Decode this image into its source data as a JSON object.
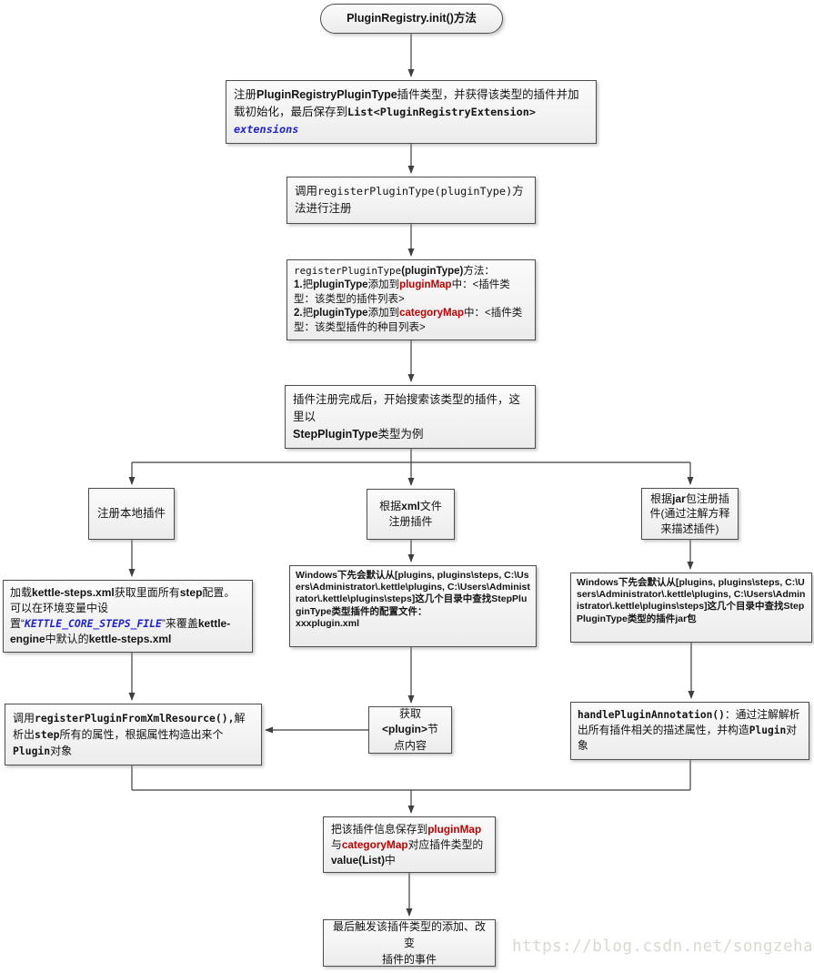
{
  "watermark": "https://blog.csdn.net/songzehao",
  "colors": {
    "node_border": "#4d4d4d",
    "node_fill": "#f3f3f3",
    "connector": "#3f3f3f",
    "accent_red": "#c00000",
    "accent_blue": "#2121d4",
    "watermark_gray": "#dbd8d0"
  },
  "nodes": {
    "start": {
      "segments": [
        {
          "t": "PluginRegistry.init()",
          "s": "b"
        },
        {
          "t": "方法",
          "s": "b"
        }
      ]
    },
    "register_type": {
      "segments": [
        {
          "t": "注册"
        },
        {
          "t": "PluginRegistryPluginType",
          "s": "b"
        },
        {
          "t": "插件类型，并获得该类型的插件并加载初始化，最后保存到"
        },
        {
          "t": "List<PluginRegistryExtension>",
          "s": "cb"
        },
        {
          "t": " "
        },
        {
          "t": "extensions",
          "s": "blue"
        }
      ]
    },
    "call_register": {
      "segments": [
        {
          "t": "调用"
        },
        {
          "t": "registerPluginType(pluginType)",
          "s": "c"
        },
        {
          "t": "方法进行注册"
        }
      ]
    },
    "register_method": {
      "segments": [
        {
          "t": "registerPluginType",
          "s": "c"
        },
        {
          "t": "(pluginType)",
          "s": "b"
        },
        {
          "t": "方法：\n"
        },
        {
          "t": "1.",
          "s": "b"
        },
        {
          "t": "把"
        },
        {
          "t": "pluginType",
          "s": "b"
        },
        {
          "t": "添加到"
        },
        {
          "t": "pluginMap",
          "s": "red"
        },
        {
          "t": "中：<插件类型：该类型的插件列表>\n"
        },
        {
          "t": "2.",
          "s": "b"
        },
        {
          "t": "把"
        },
        {
          "t": "pluginType",
          "s": "b"
        },
        {
          "t": "添加到"
        },
        {
          "t": "categoryMap",
          "s": "red"
        },
        {
          "t": "中：<插件类型：该类型插件的种目列表>"
        }
      ]
    },
    "search_plugins": {
      "segments": [
        {
          "t": "插件注册完成后，开始搜索该类型的插件，这里以\n"
        },
        {
          "t": "StepPluginType",
          "s": "b"
        },
        {
          "t": "类型为例"
        }
      ]
    },
    "branch_local": {
      "segments": [
        {
          "t": "注册本地插件"
        }
      ]
    },
    "branch_xml": {
      "segments": [
        {
          "t": "根据"
        },
        {
          "t": "xml",
          "s": "b"
        },
        {
          "t": "文件注册插件"
        }
      ]
    },
    "branch_jar": {
      "segments": [
        {
          "t": "根据"
        },
        {
          "t": "jar",
          "s": "b"
        },
        {
          "t": "包注册插件(通过注解方释来描述插件)"
        }
      ]
    },
    "load_steps_xml": {
      "segments": [
        {
          "t": "加载"
        },
        {
          "t": "kettle-steps.xml",
          "s": "b"
        },
        {
          "t": "获取里面所有"
        },
        {
          "t": "step",
          "s": "b"
        },
        {
          "t": "配置。可以在环境变量中设置“"
        },
        {
          "t": "KETTLE_CORE_STEPS_FILE",
          "s": "blue"
        },
        {
          "t": "”来覆盖"
        },
        {
          "t": "kettle-engine",
          "s": "b"
        },
        {
          "t": "中默认的"
        },
        {
          "t": "kettle-steps.xml",
          "s": "b"
        }
      ]
    },
    "xml_dirs": {
      "segments": [
        {
          "t": "Windows",
          "s": "b"
        },
        {
          "t": "下先会默认从"
        },
        {
          "t": "[plugins, plugins\\steps, C:\\Users\\Administrator\\.kettle\\plugins, C:\\Users\\Administrator\\.kettle\\plugins\\steps]",
          "s": "b"
        },
        {
          "t": "这几个目录中查找"
        },
        {
          "t": "StepPluginType",
          "s": "b"
        },
        {
          "t": "类型插件的配置文件：\n"
        },
        {
          "t": "xxxplugin.xml",
          "s": "b"
        }
      ]
    },
    "jar_dirs": {
      "segments": [
        {
          "t": "Windows",
          "s": "b"
        },
        {
          "t": "下先会默认从"
        },
        {
          "t": "[plugins, plugins\\steps, C:\\Users\\Administrator\\.kettle\\plugins, C:\\Users\\Administrator\\.kettle\\plugins\\steps]",
          "s": "b"
        },
        {
          "t": "这几个目录中查找"
        },
        {
          "t": "StepPluginType",
          "s": "b"
        },
        {
          "t": "类型的插件"
        },
        {
          "t": "jar",
          "s": "b"
        },
        {
          "t": "包"
        }
      ]
    },
    "register_from_xml": {
      "segments": [
        {
          "t": "调用"
        },
        {
          "t": "registerPluginFromXmlResource(),",
          "s": "cb"
        },
        {
          "t": "解析出"
        },
        {
          "t": "step",
          "s": "cb"
        },
        {
          "t": "所有的属性，根据属性构造出来个"
        },
        {
          "t": "Plugin",
          "s": "cb"
        },
        {
          "t": "对象"
        }
      ]
    },
    "get_plugin_node": {
      "segments": [
        {
          "t": "获取"
        },
        {
          "t": "<plugin>",
          "s": "b"
        },
        {
          "t": "节点内容"
        }
      ]
    },
    "handle_annotation": {
      "segments": [
        {
          "t": "handlePluginAnnotation()",
          "s": "cb"
        },
        {
          "t": "：通过注解解析出所有插件相关的描述属性，并构造"
        },
        {
          "t": "Plugin",
          "s": "cb"
        },
        {
          "t": "对象"
        }
      ]
    },
    "save_to_map": {
      "segments": [
        {
          "t": "把该插件信息保存到"
        },
        {
          "t": "pluginMap",
          "s": "red"
        },
        {
          "t": "与"
        },
        {
          "t": "categoryMap",
          "s": "red"
        },
        {
          "t": "对应插件类型的"
        },
        {
          "t": "value(List)",
          "s": "b"
        },
        {
          "t": "中"
        }
      ]
    },
    "fire_events": {
      "segments": [
        {
          "t": "最后触发该插件类型的添加、改变\n插件的事件"
        }
      ]
    }
  }
}
